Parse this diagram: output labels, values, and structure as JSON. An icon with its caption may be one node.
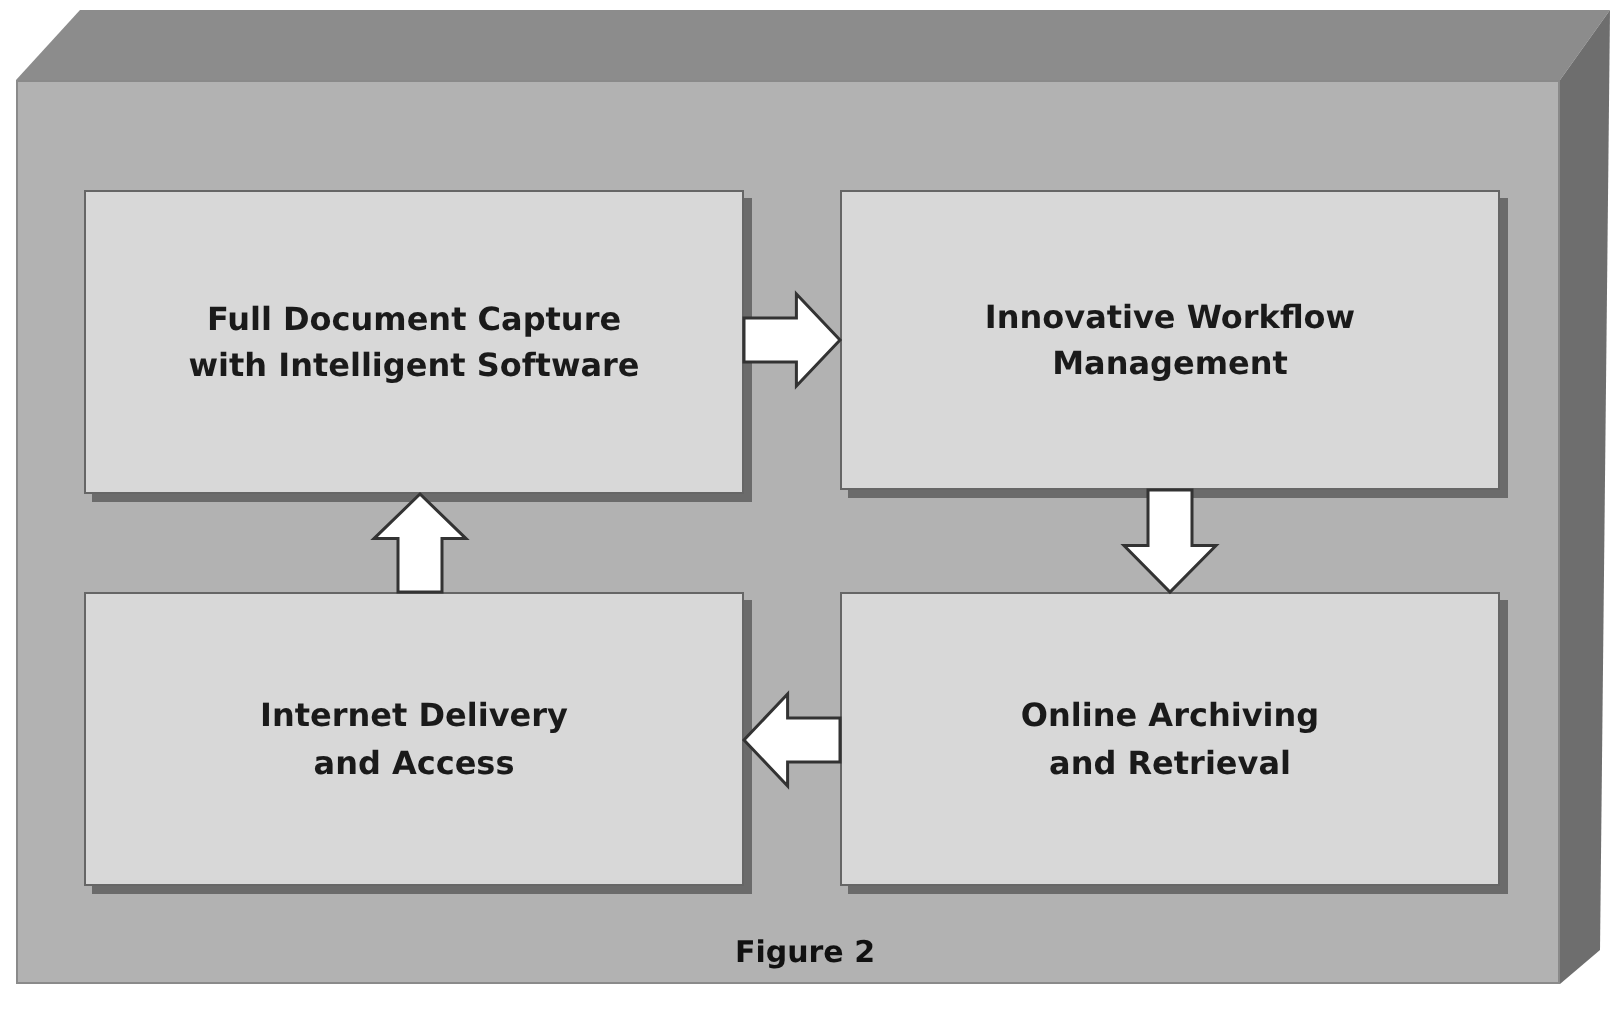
{
  "diagram": {
    "caption": "Figure 2",
    "nodes": [
      {
        "text": [
          "Full Document Capture with Intelligent Software"
        ]
      },
      {
        "text": [
          "Innovative Workflow Management"
        ]
      },
      {
        "text": [
          "Internet Delivery and Access"
        ]
      },
      {
        "text": [
          "Online Archiving and Retrieval"
        ]
      }
    ],
    "edges": [
      {
        "from": 0,
        "to": 1,
        "arrow": "to"
      },
      {
        "from": 1,
        "to": 3,
        "arrow": "to"
      },
      {
        "from": 3,
        "to": 2,
        "arrow": "to"
      },
      {
        "from": 2,
        "to": 0,
        "arrow": "to"
      }
    ]
  }
}
